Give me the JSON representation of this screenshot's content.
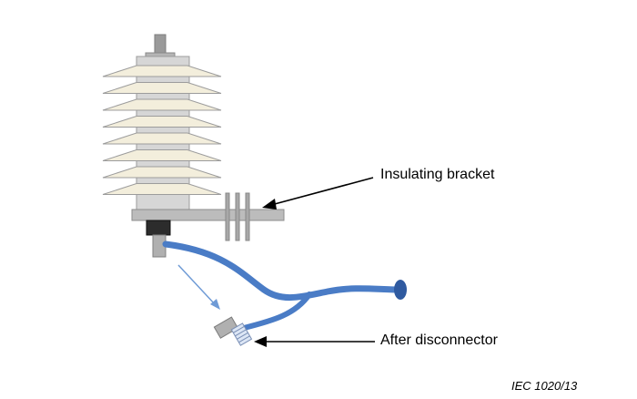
{
  "labels": {
    "insulating_bracket": "Insulating bracket",
    "after_disconnector": "After disconnector"
  },
  "reference": "IEC   1020/13",
  "colors": {
    "shed_fill": "#f3eedc",
    "shed_stroke": "#9c9c9c",
    "core": "#d4d4d4",
    "bracket": "#b9b9b9",
    "cable": "#4a7cc6",
    "cable_dark": "#2f5aa0",
    "arrow_light": "#6f9bd6",
    "disconnector_body": "#b0b0b0",
    "disconnector_coil": "#8fb0e0"
  }
}
